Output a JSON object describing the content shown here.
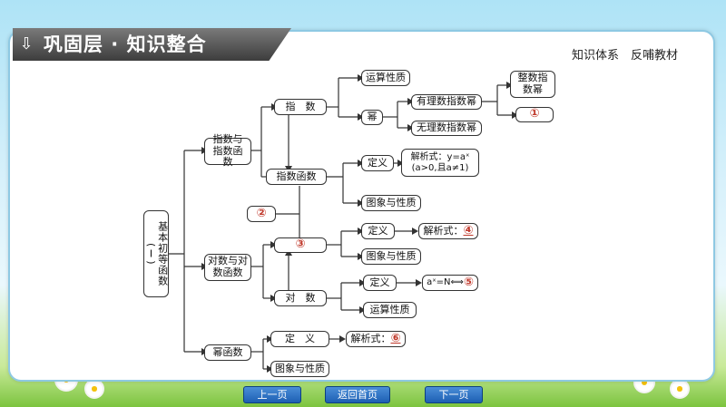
{
  "header": {
    "title": "巩固层 · 知识整合",
    "section": "知识体系　反哺教材"
  },
  "diagram": {
    "root": "基本初等函数(Ⅰ)",
    "branch_exp": "指数与指数函数",
    "branch_log": "对数与对数函数",
    "branch_pow": "幂函数",
    "zhishu": "指　数",
    "yunsuan1": "运算性质",
    "mi": "幂",
    "youli": "有理数指数幂",
    "wuli": "无理数指数幂",
    "zhengshu": "整数指数幂",
    "blank1": "①",
    "zhishu_hanshu": "指数函数",
    "dingyi1": "定义",
    "jiexi1_line1": "解析式：y=aˣ",
    "jiexi1_line2": "(a>0,且a≠1)",
    "tuxiang1": "图象与性质",
    "blank2": "②",
    "blank3": "③",
    "dingyi2": "定义",
    "jiexi2": "解析式：",
    "blank4": "④",
    "tuxiang2": "图象与性质",
    "duishu": "对　数",
    "dingyi3": "定义",
    "formula": "aˣ=N⟺",
    "blank5": "⑤",
    "yunsuan2": "运算性质",
    "dingyi4": "定　义",
    "jiexi3": "解析式：",
    "blank6": "⑥",
    "tuxiang3": "图象与性质"
  },
  "nav": {
    "prev": "上一页",
    "home": "返回首页",
    "next": "下一页"
  },
  "colors": {
    "blank": "#c0392b",
    "nav": "#1d5fb3"
  }
}
